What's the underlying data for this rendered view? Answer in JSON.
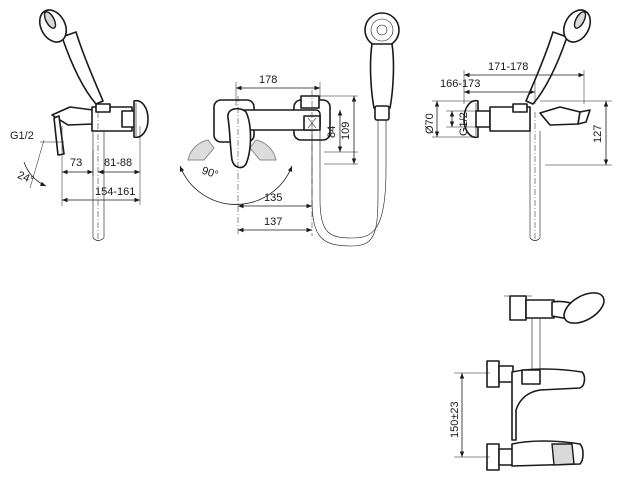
{
  "colors": {
    "line": "#1a1a1a",
    "ghost": "#dcdcdc",
    "background": "#ffffff"
  },
  "side_view": {
    "thread_label": "G1/2",
    "angle_label": "24°",
    "dim_73": "73",
    "dim_81_88": "81-88",
    "dim_154_161": "154-161"
  },
  "front_view": {
    "dim_178": "178",
    "angle_label": "90°",
    "dim_135": "135",
    "dim_137": "137",
    "dim_84": "84",
    "dim_109": "109"
  },
  "right_view": {
    "dim_171_178": "171-178",
    "dim_166_173": "166-173",
    "diameter_label": "Ø70",
    "thread_label": "G1/2",
    "dim_127": "127"
  },
  "bottom_view": {
    "dim_150": "150±23"
  }
}
